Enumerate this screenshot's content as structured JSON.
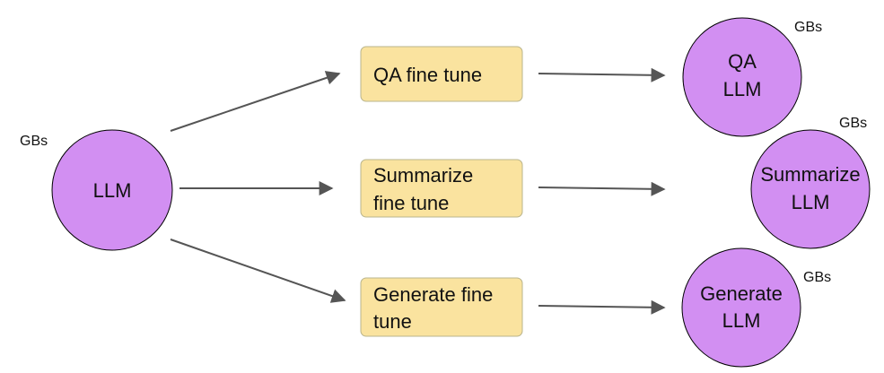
{
  "base_model": {
    "label": "LLM",
    "size_label": "GBs"
  },
  "fine_tunes": [
    {
      "label_lines": [
        "QA fine tune"
      ]
    },
    {
      "label_lines": [
        "Summarize",
        "fine tune"
      ]
    },
    {
      "label_lines": [
        "Generate fine",
        "tune"
      ]
    }
  ],
  "output_models": [
    {
      "label_lines": [
        "QA",
        "LLM"
      ],
      "size_label": "GBs"
    },
    {
      "label_lines": [
        "Summarize",
        "LLM"
      ],
      "size_label": "GBs"
    },
    {
      "label_lines": [
        "Generate",
        "LLM"
      ],
      "size_label": "GBs"
    }
  ],
  "colors": {
    "model_fill": "#d28ff2",
    "finetune_fill": "#fae39f",
    "arrow": "#555555"
  }
}
